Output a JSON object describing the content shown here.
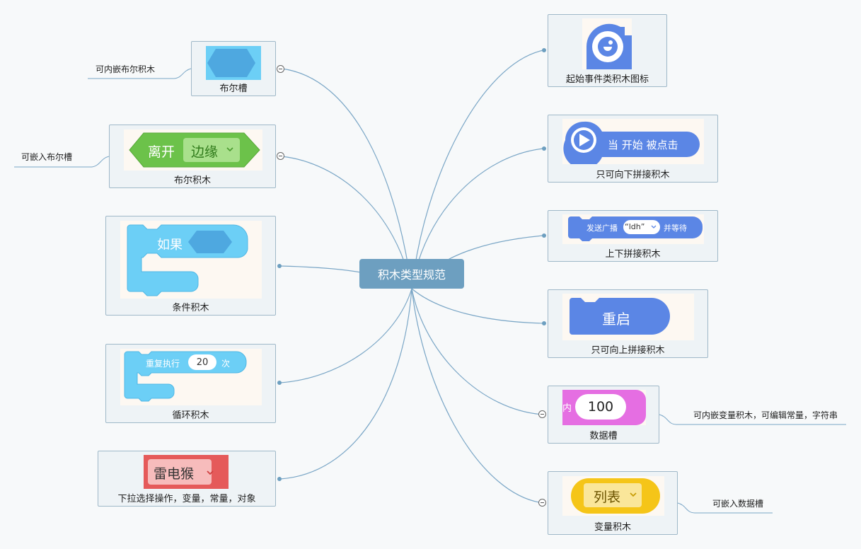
{
  "center": {
    "title": "积木类型规范"
  },
  "left_topics": [
    {
      "caption": "布尔槽"
    },
    {
      "caption": "布尔积木",
      "block": {
        "label": "离开",
        "dropdown": "边缘"
      }
    },
    {
      "caption": "条件积木",
      "block": {
        "label": "如果"
      }
    },
    {
      "caption": "循环积木",
      "block": {
        "label": "重复执行",
        "value": "20",
        "suffix": "次"
      }
    },
    {
      "caption": "下拉选择操作，变量，常量，对象",
      "block": {
        "dropdown": "雷电猴"
      }
    }
  ],
  "right_topics": [
    {
      "caption": "起始事件类积木图标"
    },
    {
      "caption": "只可向下拼接积木",
      "block": {
        "label": "当 开始 被点击"
      }
    },
    {
      "caption": "上下拼接积木",
      "block": {
        "label": "发送广播",
        "value": "“ldh”",
        "suffix": "并等待"
      }
    },
    {
      "caption": "只可向上拼接积木",
      "block": {
        "label": "重启"
      }
    },
    {
      "caption": "数据槽",
      "block": {
        "value": "100"
      }
    },
    {
      "caption": "变量积木",
      "block": {
        "dropdown": "列表"
      }
    }
  ],
  "notes": {
    "bool_slot": "可内嵌布尔积木",
    "bool_block": "可嵌入布尔槽",
    "data_slot": "可内嵌变量积木，可编辑常量，字符串",
    "variable": "可嵌入数据槽"
  },
  "colors": {
    "center": "#6d9fc0",
    "link": "#7aa6c6",
    "bool_green": "#6cc24a",
    "control_blue": "#6ccff6",
    "event_blue": "#5b86e5",
    "data_pink": "#e56ee2",
    "variable_yellow": "#f5c518",
    "dropdown_red": "#e55a5a"
  }
}
